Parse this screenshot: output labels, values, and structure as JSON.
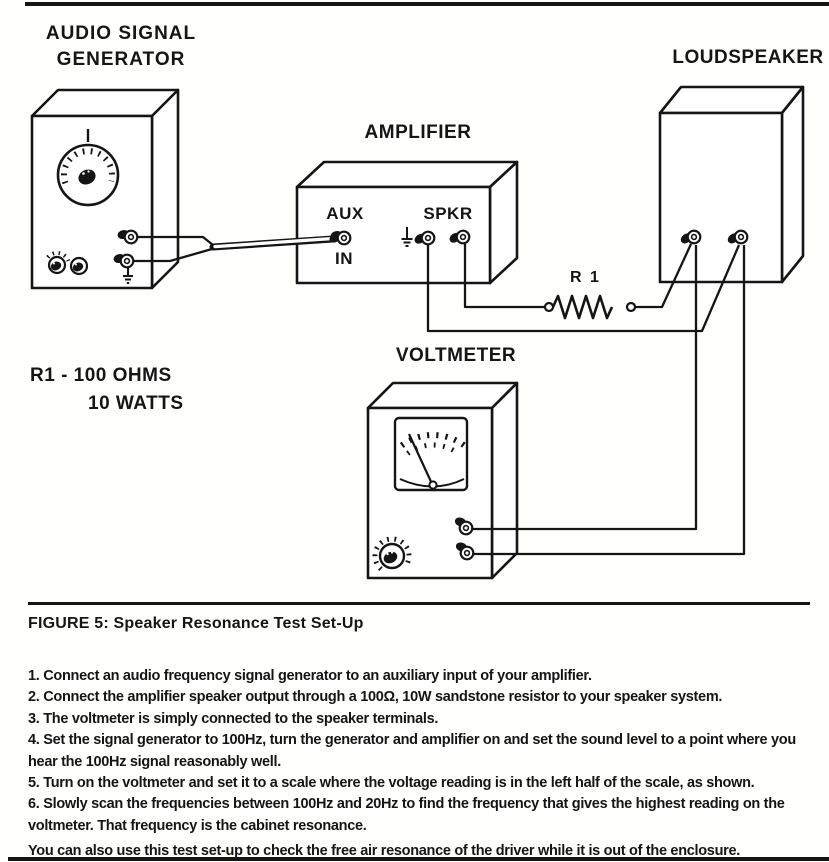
{
  "colors": {
    "ink": "#151515",
    "paper": "#fffffe"
  },
  "diagram": {
    "labels": {
      "generator_line1": "AUDIO SIGNAL",
      "generator_line2": "GENERATOR",
      "amplifier": "AMPLIFIER",
      "loudspeaker": "LOUDSPEAKER",
      "aux": "AUX",
      "in": "IN",
      "spkr": "SPKR",
      "voltmeter": "VOLTMETER",
      "r1": "R 1",
      "r1_spec_line1": "R1 - 100 OHMS",
      "r1_spec_line2": "10 WATTS"
    },
    "components": [
      "audio signal generator",
      "amplifier",
      "loudspeaker",
      "voltmeter",
      "resistor R1 100 ohms 10 watts"
    ]
  },
  "figure": {
    "caption": "FIGURE 5: Speaker Resonance Test Set-Up",
    "footer_note": "You can also use this test set-up to check the free air resonance of the driver while it is out of the enclosure."
  },
  "instructions": [
    "1. Connect an audio frequency signal generator to an auxiliary input of your amplifier.",
    "2. Connect the amplifier speaker output through a 100Ω, 10W sandstone resistor to your speaker system.",
    "3. The voltmeter is simply connected to the speaker terminals.",
    "4. Set the signal generator to 100Hz, turn the generator and amplifier on and set the sound level to a point where you hear the 100Hz signal reasonably well.",
    "5. Turn on the voltmeter and set it to a scale where the voltage reading is in the left half of the scale, as shown.",
    "6. Slowly scan the frequencies between 100Hz and 20Hz to find the frequency that gives the highest reading on the voltmeter. That frequency is the cabinet resonance."
  ]
}
